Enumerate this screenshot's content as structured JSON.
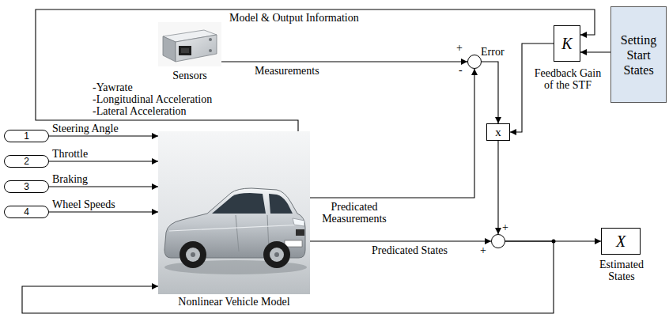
{
  "diagram": {
    "nodes": [
      {
        "text": [
          "Sensors",
          "-Yawrate",
          "-Longitudinal Acceleration",
          "-Lateral Acceleration"
        ]
      },
      {
        "text": [
          "+",
          "-"
        ]
      },
      {
        "text": [
          "K",
          "Feedback Gain of the STF"
        ]
      },
      {
        "text": [
          "Setting Start States"
        ]
      },
      {
        "text": [
          "x"
        ]
      },
      {
        "text": [
          "1"
        ]
      },
      {
        "text": [
          "2"
        ]
      },
      {
        "text": [
          "3"
        ]
      },
      {
        "text": [
          "4"
        ]
      },
      {
        "text": [
          "Nonlinear Vehicle Model"
        ]
      },
      {
        "text": [
          "+",
          "+"
        ]
      },
      {
        "text": [
          "X",
          "Estimated States"
        ]
      }
    ],
    "edges": [
      {
        "from": 5,
        "to": 9,
        "label": "Steering Angle",
        "arrow": "to"
      },
      {
        "from": 6,
        "to": 9,
        "label": "Throttle",
        "arrow": "to"
      },
      {
        "from": 7,
        "to": 9,
        "label": "Braking",
        "arrow": "to"
      },
      {
        "from": 8,
        "to": 9,
        "label": "Wheel Speeds",
        "arrow": "to"
      },
      {
        "from": 0,
        "to": 1,
        "label": "Measurements",
        "arrow": "to"
      },
      {
        "from": 9,
        "to": 1,
        "label": "Predicated Measurements",
        "arrow": "to"
      },
      {
        "from": 9,
        "to": 10,
        "label": "Predicated States",
        "arrow": "to"
      },
      {
        "from": 1,
        "to": 4,
        "label": "Error",
        "arrow": "to"
      },
      {
        "from": 2,
        "to": 4,
        "arrow": "to"
      },
      {
        "from": 9,
        "to": 2,
        "label": "Model & Output Information",
        "arrow": "to"
      },
      {
        "from": 3,
        "to": 2,
        "arrow": "to"
      },
      {
        "from": 4,
        "to": 10,
        "arrow": "to"
      },
      {
        "from": 10,
        "to": 11,
        "arrow": "to"
      },
      {
        "from": 10,
        "to": 9,
        "arrow": "to"
      }
    ]
  }
}
